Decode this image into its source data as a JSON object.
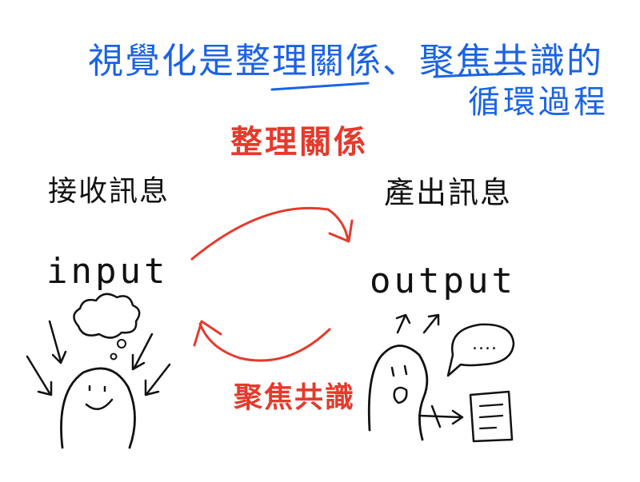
{
  "title": {
    "line1": "視覺化是整理關係、聚焦共識的",
    "line2": "循環過程"
  },
  "labels": {
    "organize": "整理關係",
    "focus": "聚焦共識",
    "receive": "接收訊息",
    "produce": "產出訊息",
    "input": "input",
    "output": "output",
    "speech": "...."
  },
  "colors": {
    "title": "#1a63e6",
    "accent": "#e53a2c",
    "ink": "#111111"
  }
}
